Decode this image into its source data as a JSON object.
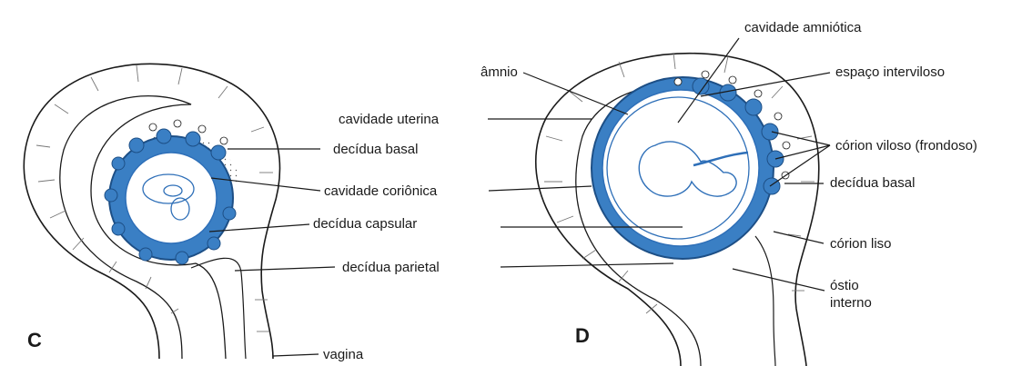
{
  "panels": {
    "left_letter": "C",
    "right_letter": "D"
  },
  "labels": {
    "cavidade_uterina": "cavidade uterina",
    "decidua_basal_c": "decídua basal",
    "cavidade_corionica": "cavidade coriônica",
    "decidua_capsular": "decídua capsular",
    "decidua_parietal": "decídua parietal",
    "vagina": "vagina",
    "cavidade_amniotica": "cavidade amniótica",
    "amnio": "âmnio",
    "espaco_interviloso": "espaço interviloso",
    "corion_viloso": "córion viloso (frondoso)",
    "decidua_basal_d": "decídua basal",
    "corion_liso": "córion liso",
    "ostio_interno": "óstio\ninterno"
  },
  "colors": {
    "line": "#1a1a1a",
    "chorion_blue": "#3a7fc4",
    "membrane_blue": "#2e6fb8",
    "background": "#ffffff"
  }
}
